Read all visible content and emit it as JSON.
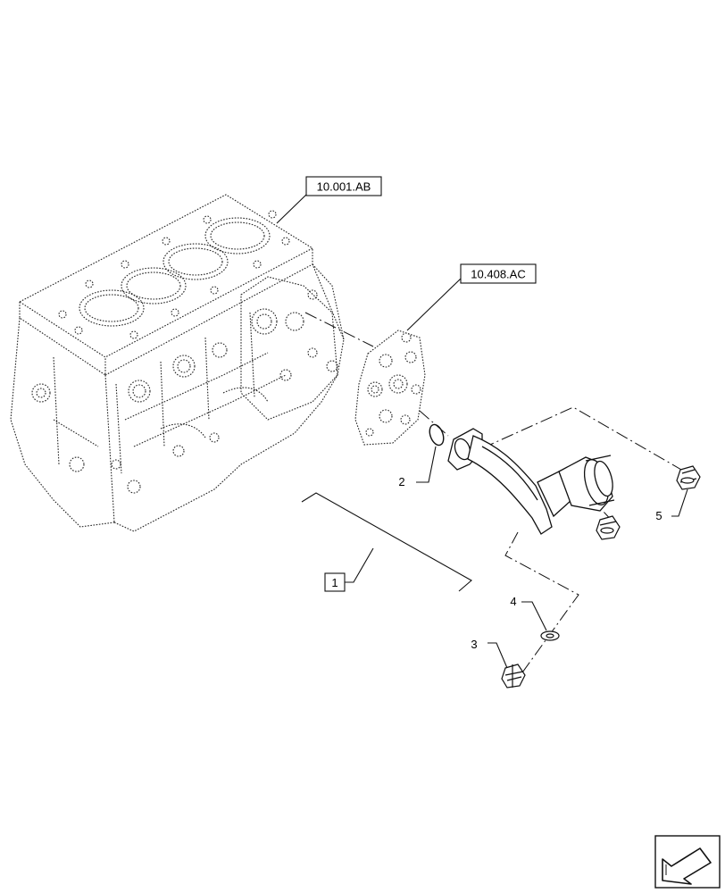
{
  "references": {
    "engine_block": "10.001.AB",
    "front_cover": "10.408.AC",
    "assembly_box": "1"
  },
  "callouts": {
    "o_ring": "2",
    "plug": "3",
    "washer": "4",
    "bolt": "5"
  },
  "icons": {
    "navigation": "next-page-arrow-icon"
  }
}
